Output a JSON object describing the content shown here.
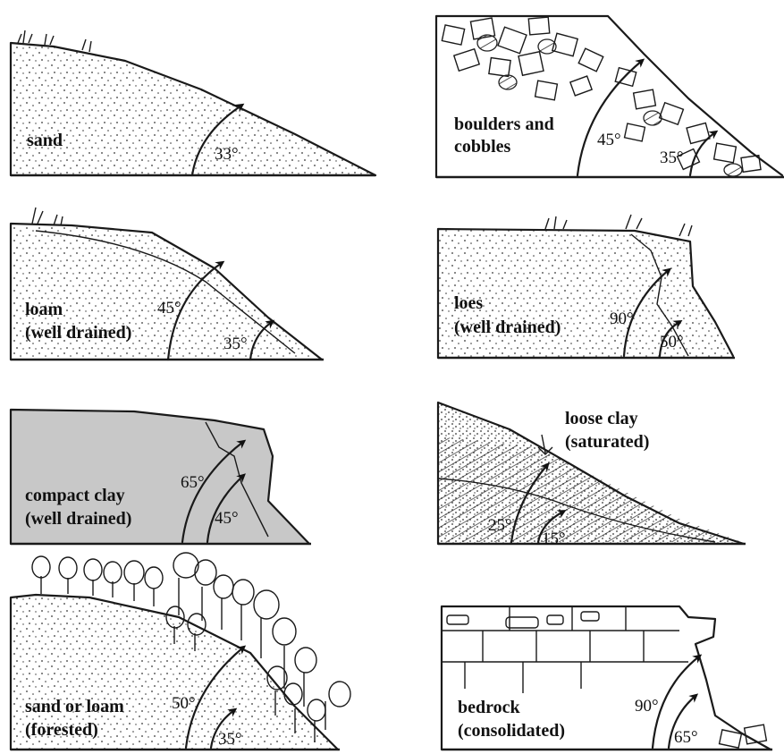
{
  "panels": [
    {
      "id": "sand",
      "label_lines": [
        "sand"
      ],
      "angles": [
        "33°"
      ]
    },
    {
      "id": "boulders",
      "label_lines": [
        "boulders and",
        "cobbles"
      ],
      "angles": [
        "45°",
        "35°"
      ]
    },
    {
      "id": "loam",
      "label_lines": [
        "loam",
        "(well drained)"
      ],
      "angles": [
        "45°",
        "35°"
      ]
    },
    {
      "id": "loes",
      "label_lines": [
        "loes",
        "(well drained)"
      ],
      "angles": [
        "90°",
        "50°"
      ]
    },
    {
      "id": "compact-clay",
      "label_lines": [
        "compact clay",
        "(well drained)"
      ],
      "angles": [
        "65°",
        "45°"
      ]
    },
    {
      "id": "loose-clay",
      "label_lines": [
        "loose clay",
        "(saturated)"
      ],
      "angles": [
        "25°",
        "15°"
      ]
    },
    {
      "id": "sand-loam-forested",
      "label_lines": [
        "sand or loam",
        "(forested)"
      ],
      "angles": [
        "50°",
        "35°"
      ]
    },
    {
      "id": "bedrock",
      "label_lines": [
        "bedrock",
        "(consolidated)"
      ],
      "angles": [
        "90°",
        "65°"
      ]
    }
  ],
  "colors": {
    "ink": "#1a1a1a",
    "clay_fill": "#c8c8c8",
    "background": "#ffffff"
  }
}
